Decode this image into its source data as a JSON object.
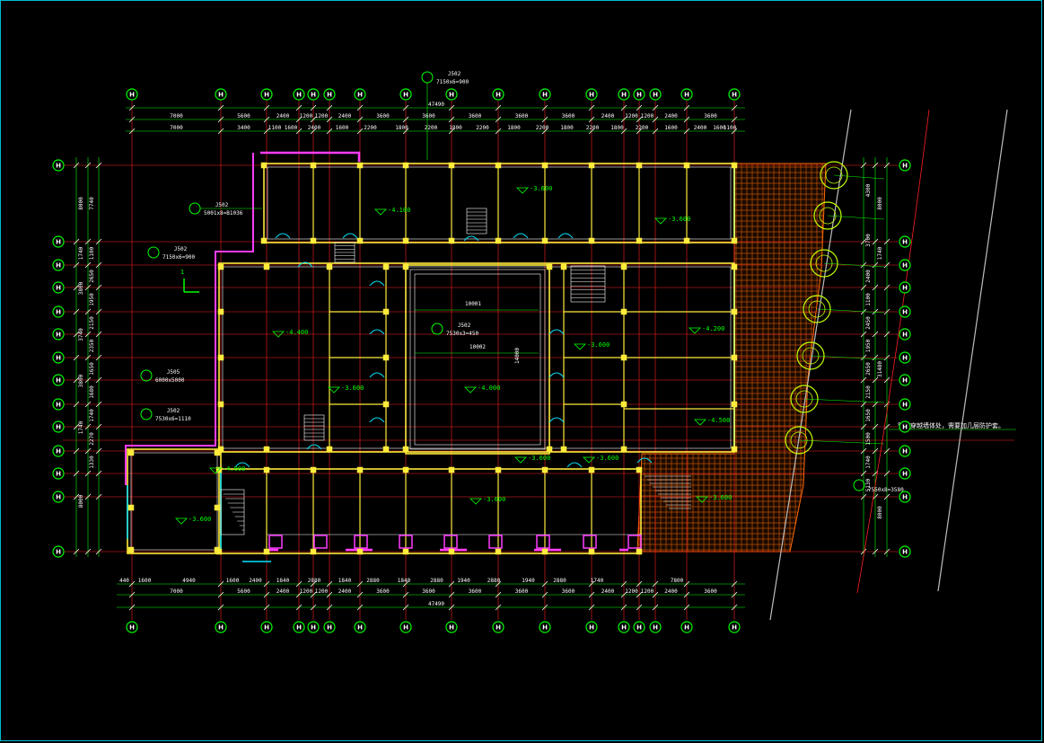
{
  "drawing": {
    "top_overall_dim": "47490",
    "bottom_overall_dim": "47490",
    "top_dims_row1": [
      "7000",
      "5600",
      "2400",
      "1200",
      "1200",
      "2400",
      "3600",
      "3600",
      "3600",
      "3600",
      "3600",
      "2400",
      "1200",
      "1200",
      "2400",
      "3600"
    ],
    "top_dims_row2": [
      "7000",
      "3400",
      "1100",
      "1600",
      "2400",
      "1600",
      "2200",
      "1800",
      "2200",
      "1800",
      "2200",
      "1800",
      "2200",
      "1800",
      "2200",
      "1800",
      "2200",
      "1600",
      "2400",
      "1600",
      "1100"
    ],
    "bottom_dims_row1": [
      "440",
      "1600",
      "4940",
      "1600",
      "2400",
      "1840",
      "2880",
      "1840",
      "2880",
      "1840",
      "2880",
      "1940",
      "2880",
      "1940",
      "2880",
      "1740",
      "7800"
    ],
    "bottom_dims_row2": [
      "7000",
      "5600",
      "2400",
      "1200",
      "1200",
      "2400",
      "3600",
      "3600",
      "3600",
      "3600",
      "3600",
      "2400",
      "1200",
      "1200",
      "2400",
      "3600"
    ],
    "left_dims_outer": [
      "8000",
      "1740",
      "3800",
      "3740",
      "3800",
      "1740",
      "8000"
    ],
    "left_dims_inner": [
      "7740",
      "1100",
      "2650",
      "1950",
      "2150",
      "2350",
      "1650",
      "1680",
      "1740",
      "2270",
      "1330"
    ],
    "right_dims_outer": [
      "8000",
      "1740",
      "31480",
      "8000"
    ],
    "right_dims_inner": [
      "4300",
      "3700",
      "2400",
      "1100",
      "2450",
      "1950",
      "2650",
      "2150",
      "1650",
      "1500",
      "1740",
      "5130"
    ],
    "levels": [
      "-4.100",
      "-3.600",
      "-3.600",
      "-4.400",
      "-4.200",
      "-3.600",
      "-3.600",
      "-4.000",
      "-3.600",
      "-3.600",
      "-4.500",
      "-3.600",
      "-3.600",
      "-4.000",
      "-3.600"
    ],
    "center_dims": [
      "10001",
      "10002",
      "14000"
    ],
    "note_right": "管道穿越墙体处，需要加几层防护套。",
    "callout_tags": [
      "J502",
      "J502",
      "J502",
      "J505",
      "J502",
      "J502"
    ],
    "callout_specs": [
      "7150x6=900",
      "7150x6=900",
      "5001x8=B1036",
      "6000x5000",
      "7530x6=1110",
      "7530x3=450",
      "7550x8=3580"
    ],
    "section_mark": "1",
    "axis_bubble_label": "H"
  }
}
